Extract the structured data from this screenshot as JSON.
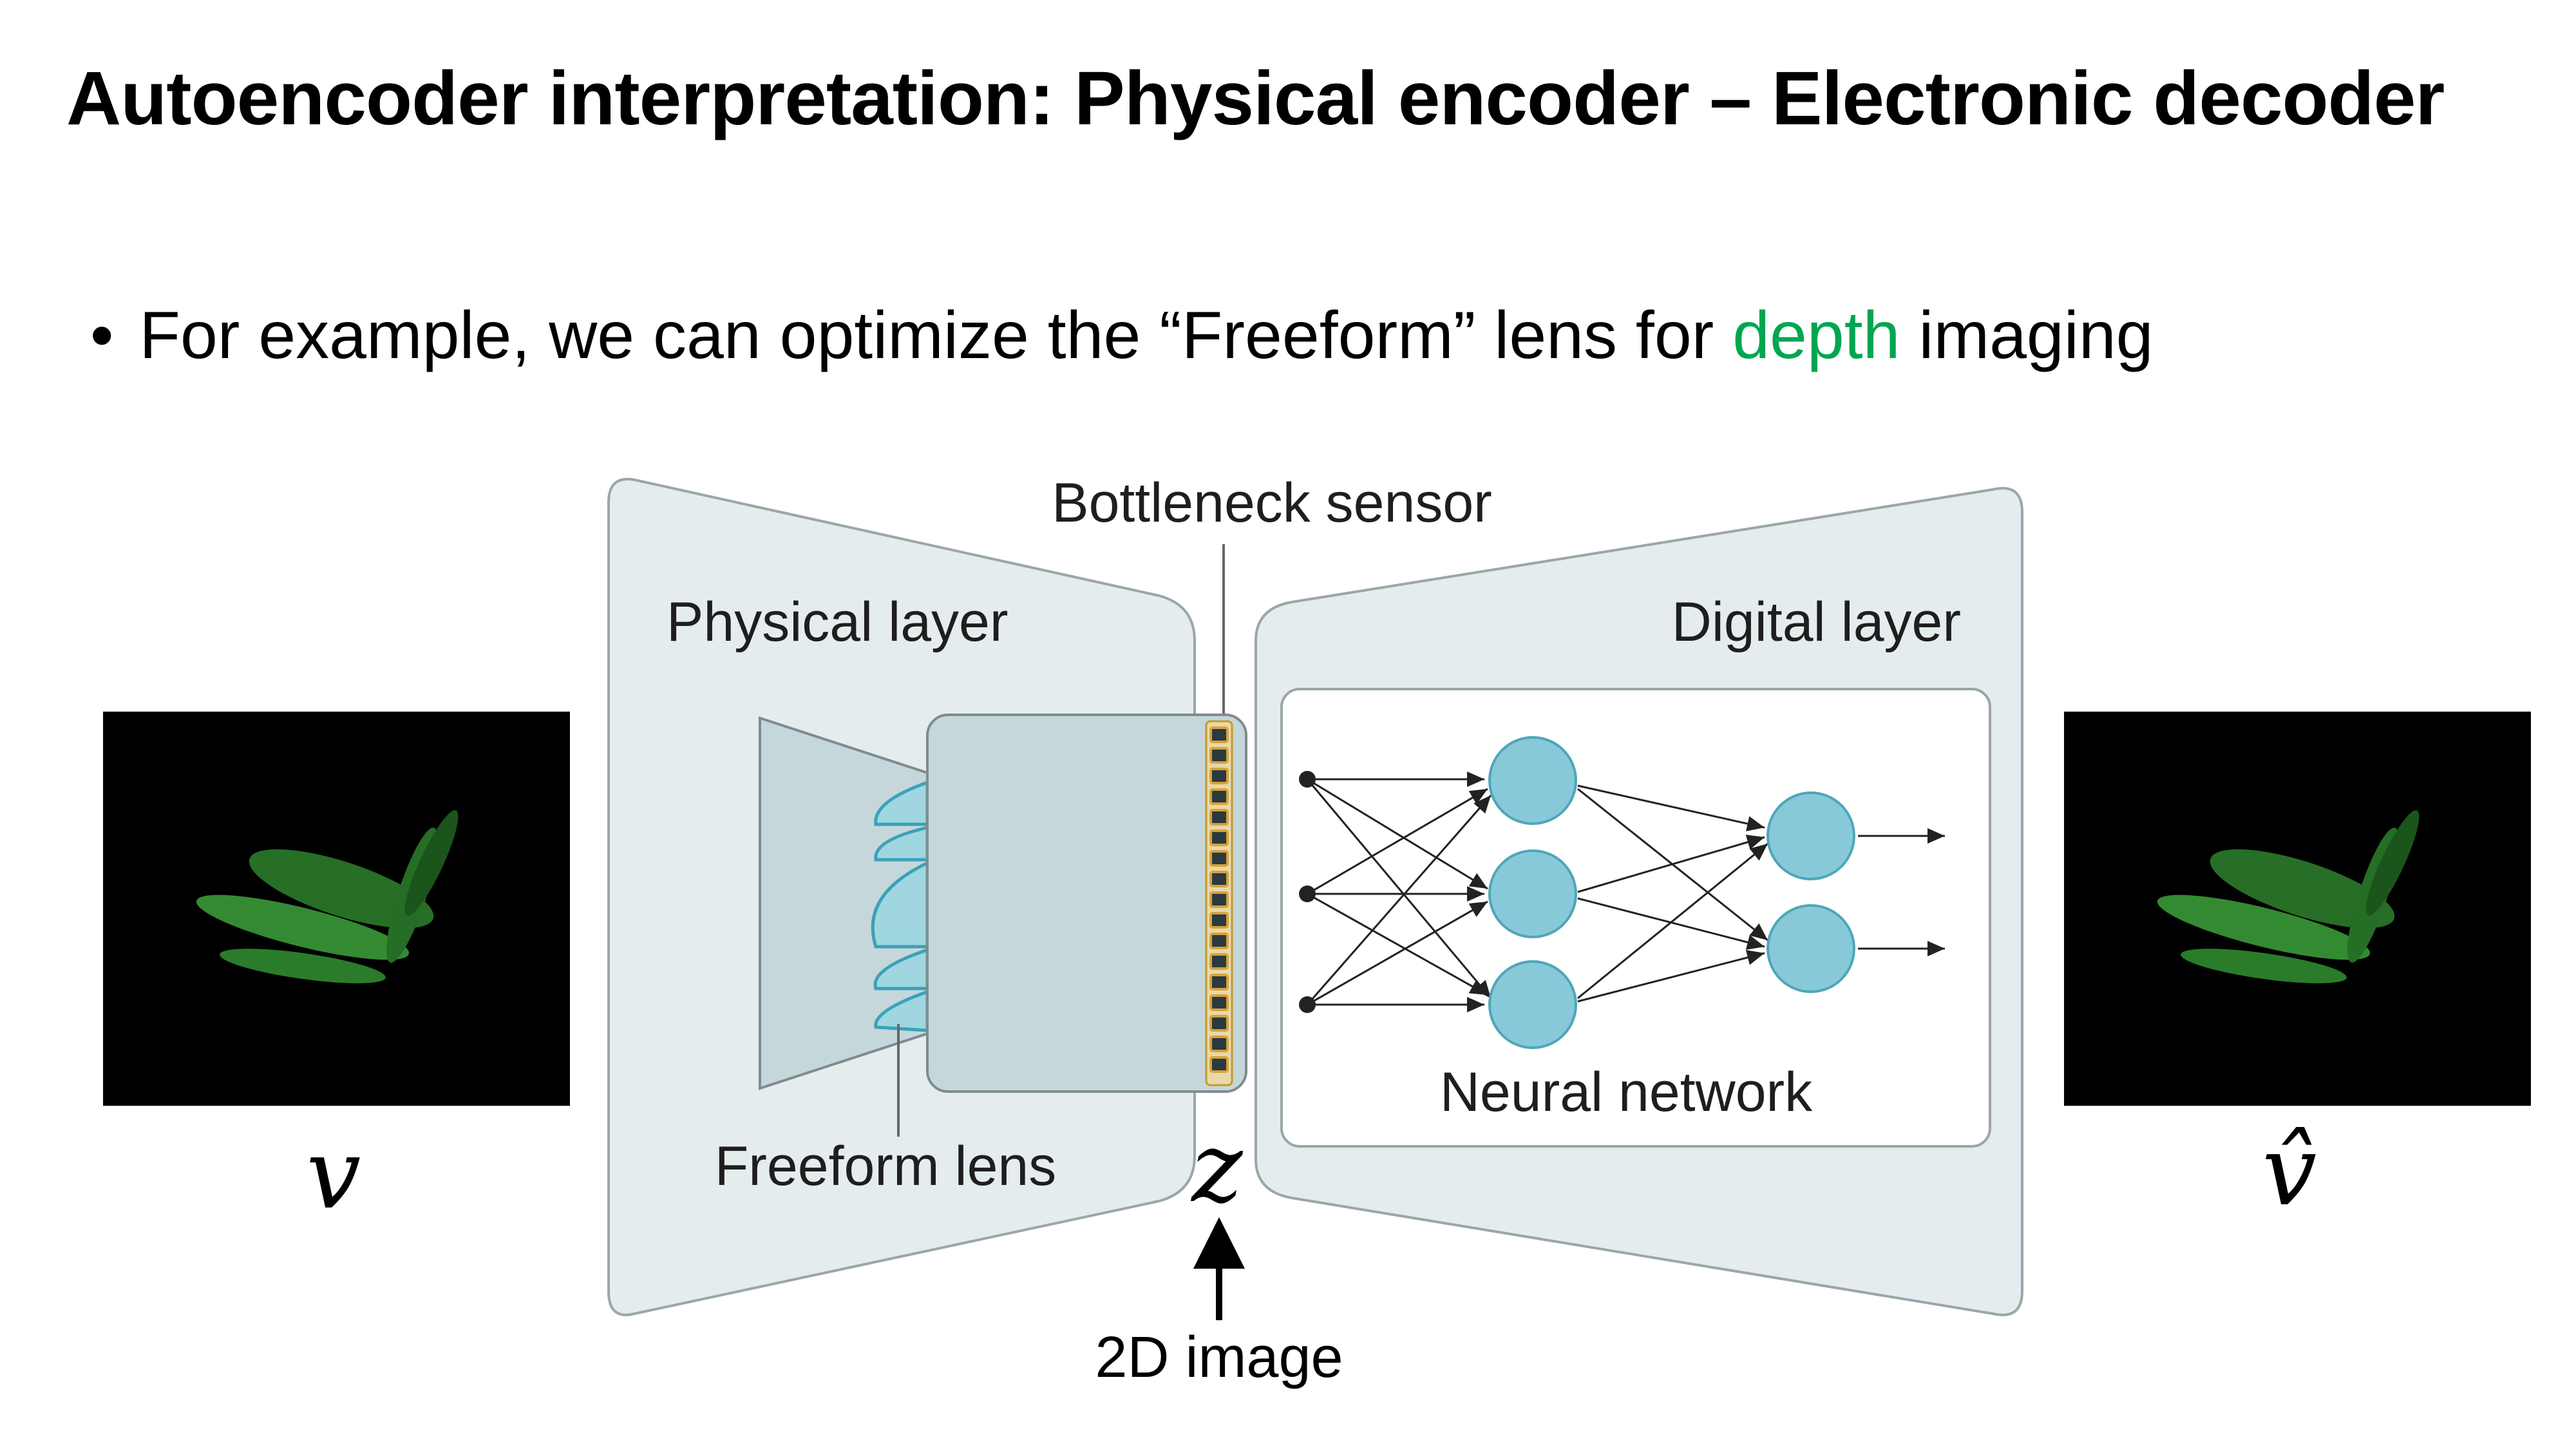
{
  "title": "Autoencoder interpretation: Physical encoder – Electronic decoder",
  "bullet": {
    "before": "For example, we can optimize the “Freeform” lens for ",
    "highlight": "depth",
    "after": " imaging",
    "highlight_color": "#00a651"
  },
  "diagram": {
    "bottleneck_label": "Bottleneck sensor",
    "physical_layer_label": "Physical layer",
    "digital_layer_label": "Digital layer",
    "freeform_lens_label": "Freeform lens",
    "neural_network_label": "Neural network",
    "z_label": "z",
    "image_2d_label": "2D image",
    "input_label": "v",
    "output_label": "v̂",
    "colors": {
      "panel_fill": "#e4ecee",
      "panel_stroke": "#9aa6aa",
      "body_fill": "#c5d7da",
      "lens_color": "#7fc8d6",
      "node_fill": "#88c9d9",
      "node_stroke": "#4fa6b8",
      "sensor_pixel": "#d9a23a"
    }
  }
}
